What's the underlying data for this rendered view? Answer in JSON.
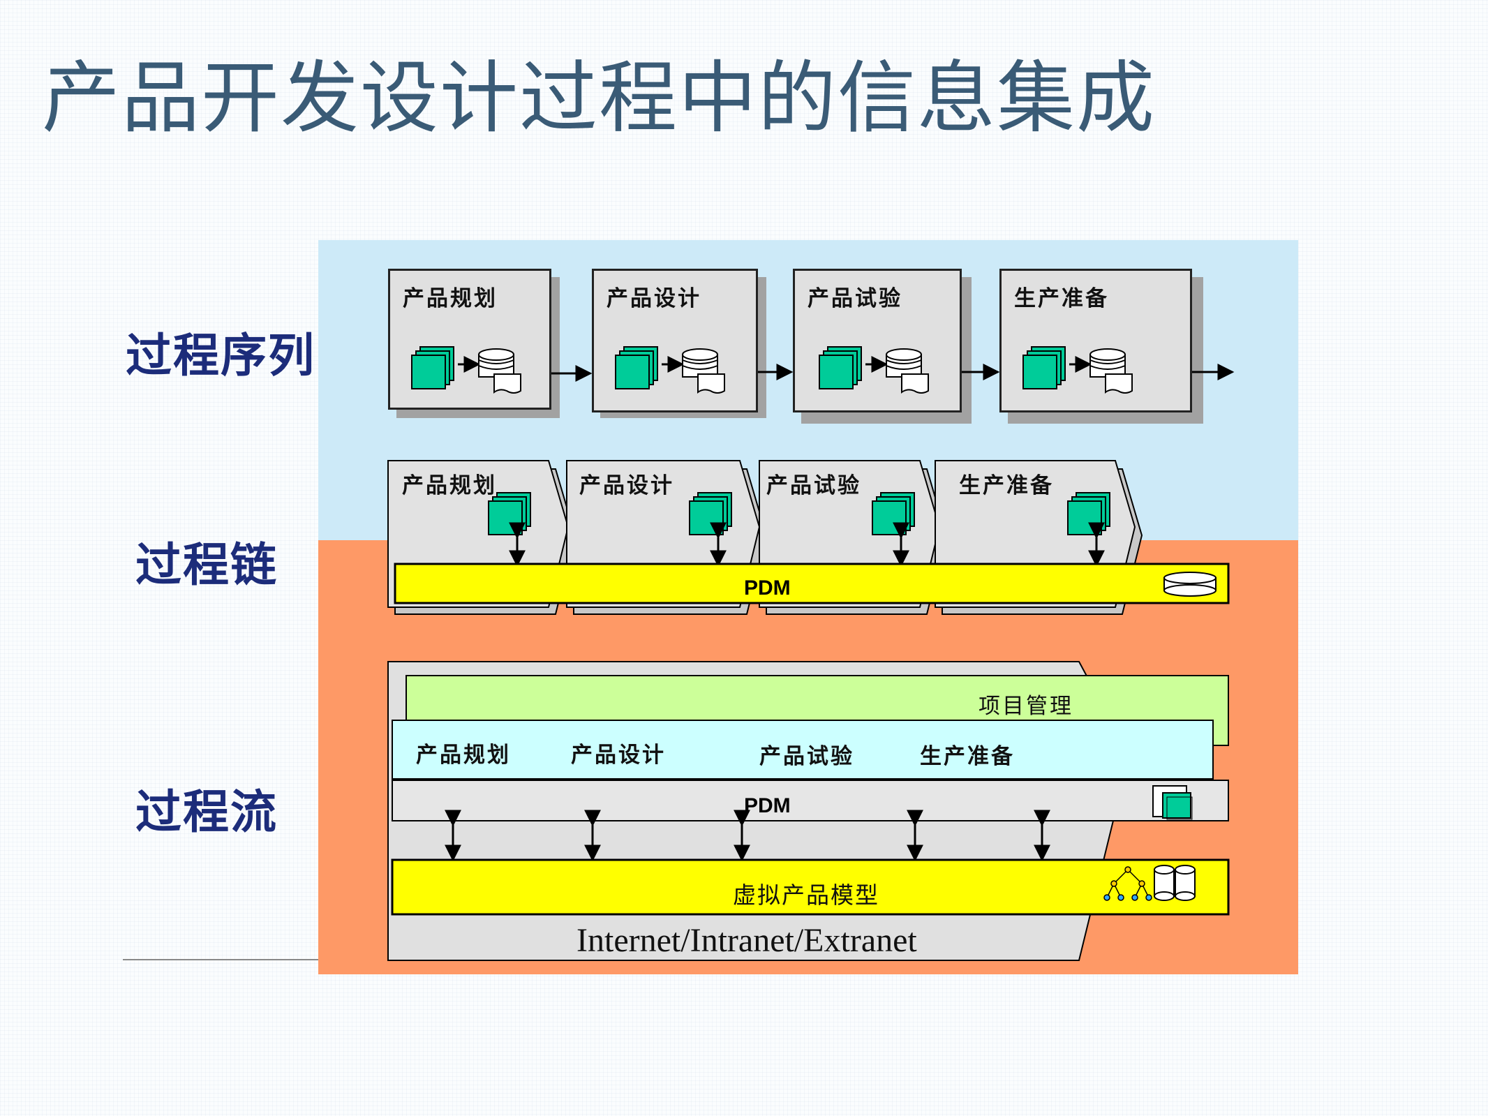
{
  "title": "产品开发设计过程中的信息集成",
  "side_labels": {
    "sequence": "过程序列",
    "chain": "过程链",
    "flow": "过程流"
  },
  "stages": [
    "产品规划",
    "产品设计",
    "产品试验",
    "生产准备"
  ],
  "chain": {
    "stages": [
      "产品规划",
      "产品设计",
      "产品试验",
      "生产准备"
    ],
    "pdm": "PDM"
  },
  "flow": {
    "project": "项目管理",
    "stages": [
      "产品规划",
      "产品设计",
      "产品试验",
      "生产准备"
    ],
    "pdm": "PDM",
    "model": "虚拟产品模型",
    "network": "Internet/Intranet/Extranet"
  },
  "colors": {
    "title": "#3a5b76",
    "side_label": "#1c2c7a",
    "top_band": "#cdeaf8",
    "bottom_band": "#fe9966",
    "pdm_bar": "#ffff00",
    "project_bar": "#ccff99",
    "stage_bar": "#ccffff",
    "teal_icon": "#00cc99"
  }
}
